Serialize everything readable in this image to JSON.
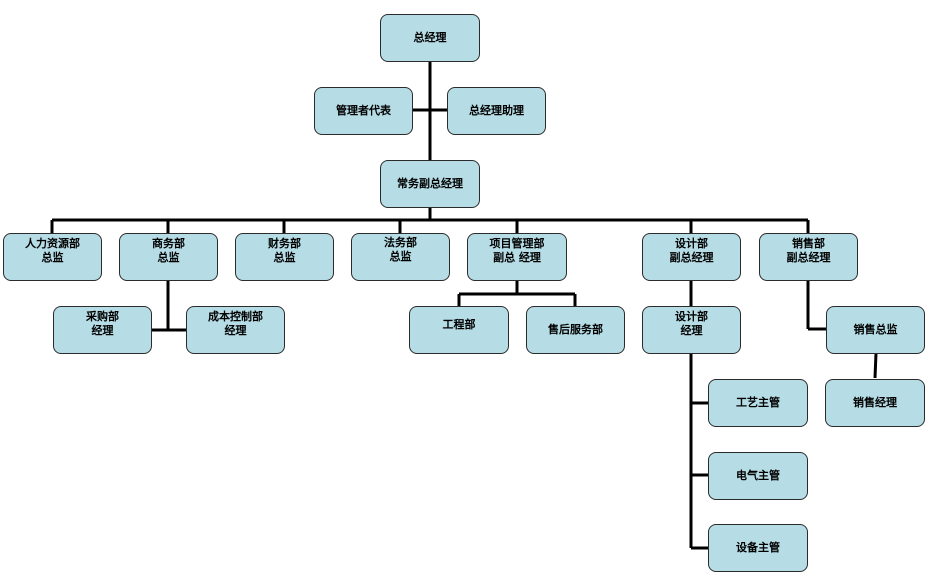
{
  "org_chart": {
    "nodes": {
      "gm": "总经理",
      "mgmt_rep": "管理者代表",
      "gm_assistant": "总经理助理",
      "exec_vp": "常务副总经理",
      "hr": "人力资源部\n总监",
      "business": "商务部\n总监",
      "finance": "财务部\n总监",
      "legal": "法务部\n总监",
      "project_mgmt": "项目管理部\n副总 经理",
      "design": "设计部\n副总经理",
      "sales": "销售部\n副总经理",
      "purchasing": "采购部\n经理",
      "cost_control": "成本控制部\n经理",
      "engineering": "工程部",
      "after_sales": "售后服务部",
      "design_manager": "设计部\n经理",
      "process_supervisor": "工艺主管",
      "electrical_supervisor": "电气主管",
      "equipment_supervisor": "设备主管",
      "sales_director": "销售总监",
      "sales_manager": "销售经理"
    },
    "colors": {
      "box_fill": "#b6dde6",
      "border": "#2b2b2b",
      "line": "#000000"
    }
  }
}
